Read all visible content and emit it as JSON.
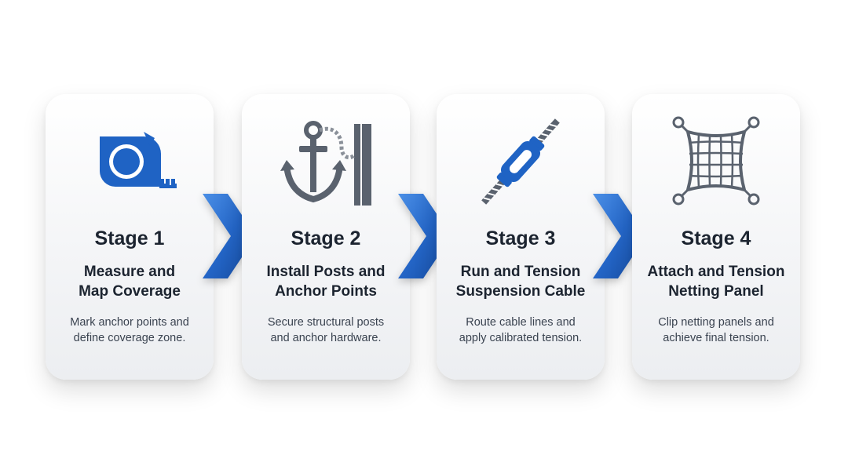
{
  "stages": [
    {
      "label": "Stage 1",
      "title_lines": [
        "Measure and",
        "Map Coverage"
      ],
      "desc_lines": [
        "Mark anchor points and",
        "define coverage zone."
      ],
      "icon": "tape-measure-icon"
    },
    {
      "label": "Stage 2",
      "title_lines": [
        "Install Posts and",
        "Anchor Points"
      ],
      "desc_lines": [
        "Secure structural posts",
        "and anchor hardware."
      ],
      "icon": "anchor-icon"
    },
    {
      "label": "Stage 3",
      "title_lines": [
        "Run and Tension",
        "Suspension Cable"
      ],
      "desc_lines": [
        "Route cable lines and",
        "apply calibrated tension."
      ],
      "icon": "turnbuckle-cable-icon"
    },
    {
      "label": "Stage 4",
      "title_lines": [
        "Attach and Tension",
        "Netting Panel"
      ],
      "desc_lines": [
        "Clip netting panels and",
        "achieve final tension."
      ],
      "icon": "net-panel-icon"
    }
  ],
  "colors": {
    "accent_blue": "#1f63c4",
    "icon_gray": "#5a626e",
    "text_dark": "#1c2430",
    "text_body": "#3a4350"
  }
}
